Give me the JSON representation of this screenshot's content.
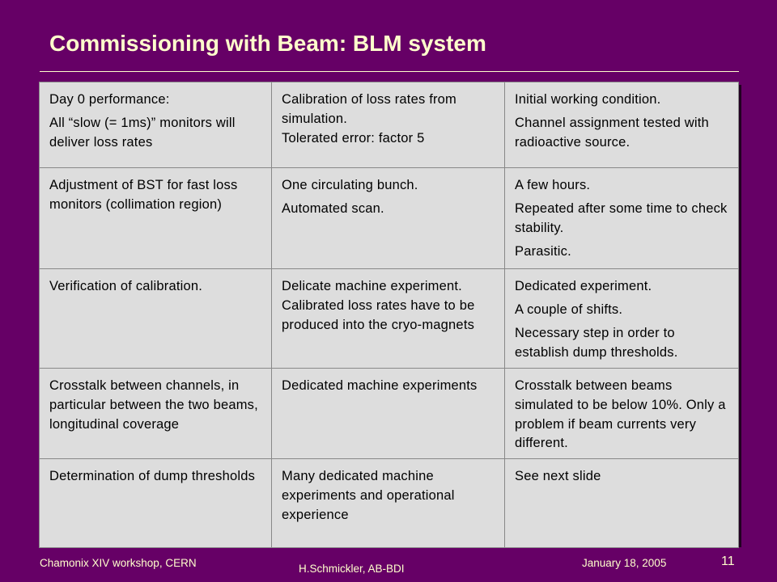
{
  "slide": {
    "title": "Commissioning with Beam: BLM system",
    "table": {
      "rows": [
        {
          "task": [
            "Day 0 performance:",
            "All “slow (= 1ms)” monitors will deliver loss rates"
          ],
          "method": [
            "Calibration of loss rates from simulation.",
            "Tolerated error: factor 5"
          ],
          "notes": [
            "Initial working condition.",
            "Channel assignment tested with radioactive source."
          ]
        },
        {
          "task": [
            "Adjustment of BST for fast loss monitors (collimation region)"
          ],
          "method": [
            "One circulating bunch.",
            "Automated scan."
          ],
          "notes": [
            "A few hours.",
            "Repeated after some time to check stability.",
            "Parasitic."
          ]
        },
        {
          "task": [
            "Verification of calibration."
          ],
          "method": [
            "Delicate machine experiment. Calibrated loss rates have to be produced into the cryo-magnets"
          ],
          "notes": [
            "Dedicated experiment.",
            "A couple of shifts.",
            "Necessary step in order to establish dump thresholds."
          ]
        },
        {
          "task": [
            "Crosstalk between channels, in particular between the two beams, longitudinal coverage"
          ],
          "method": [
            "Dedicated machine experiments"
          ],
          "notes": [
            "Crosstalk between beams simulated to be below 10%. Only a problem if beam currents very different."
          ]
        },
        {
          "task": [
            "Determination of dump thresholds"
          ],
          "method": [
            "Many dedicated machine experiments and operational experience"
          ],
          "notes": [
            "See next slide"
          ]
        }
      ]
    }
  },
  "footer": {
    "event": "Chamonix XIV workshop, CERN",
    "author": "H.Schmickler, AB-BDI",
    "date": "January 18, 2005",
    "page": "11"
  }
}
